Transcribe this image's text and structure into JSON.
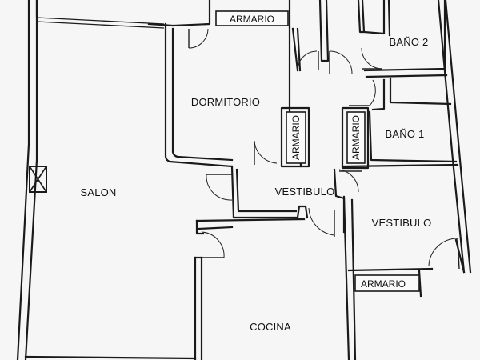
{
  "plan": {
    "rooms": {
      "salon": "SALON",
      "dormitorio": "DORMITORIO",
      "vestibulo_main": "VESTIBULO",
      "vestibulo_right": "VESTIBULO",
      "cocina": "COCINA",
      "bano1": "BAÑO 1",
      "bano2": "BAÑO 2"
    },
    "closets": {
      "armario_top": "ARMARIO",
      "armario_center_left": "ARMARIO",
      "armario_center_right": "ARMARIO",
      "armario_bottom": "ARMARIO"
    },
    "icons": {
      "chimney": "shaft-x-icon"
    }
  }
}
